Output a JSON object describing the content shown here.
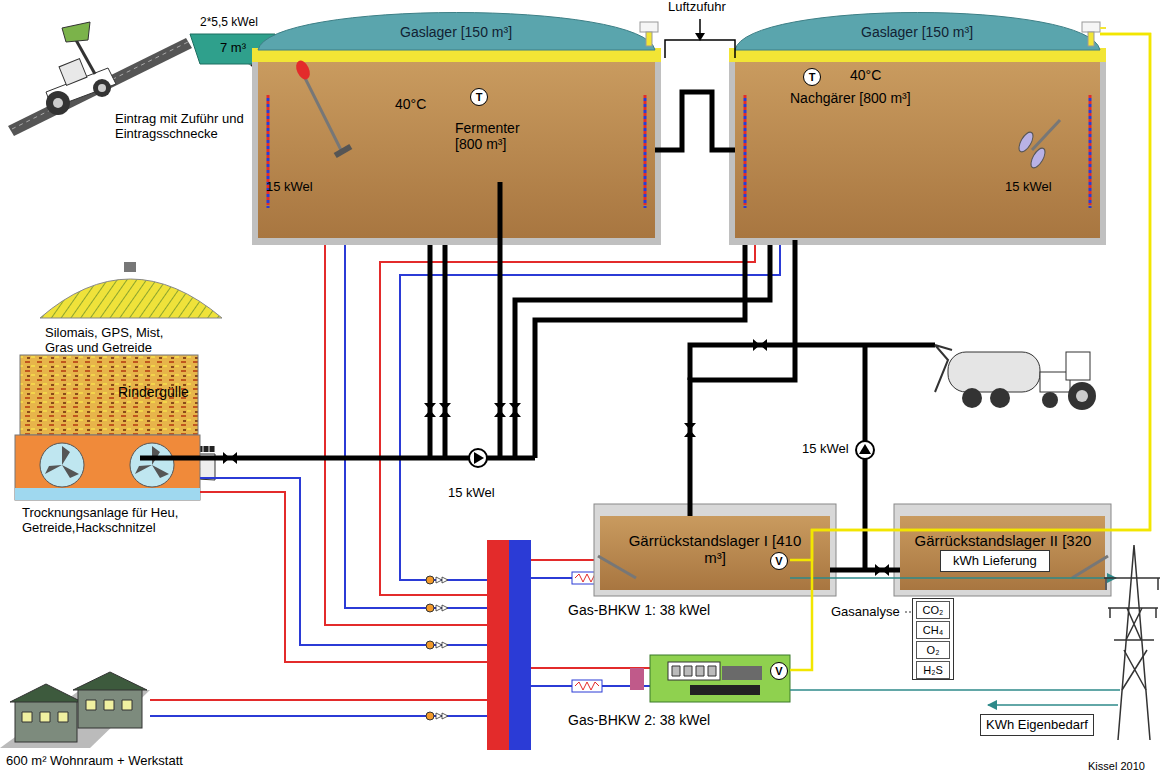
{
  "diagram": {
    "nodes": [
      {
        "text": [
          "Gaslager [150 m³]"
        ]
      },
      {
        "text": [
          "Gaslager [150 m³]"
        ]
      },
      {
        "text": [
          "7 m³"
        ]
      },
      {
        "text": [
          "15 kWel",
          "40°C",
          "Fermenter [800 m³]"
        ]
      },
      {
        "text": [
          "40°C",
          "Nachgärer [800 m³]",
          "15 kWel"
        ]
      },
      {
        "text": [
          "Gärrückstandslager I [410 m³]"
        ]
      },
      {
        "text": [
          "Gärrückstandslager II [320 m³]"
        ]
      },
      {
        "text": [
          "Gas-BHKW 1: 38 kWel"
        ]
      },
      {
        "text": [
          "Gasanalyse",
          "CO₂",
          "CH₄",
          "O₂",
          "H₂S"
        ]
      },
      {
        "text": [
          "kWh Lieferung"
        ]
      },
      {
        "text": [
          "Gas-BHKW 2: 38 kWel"
        ]
      },
      {
        "text": [
          "KWh Eigenbedarf"
        ]
      }
    ],
    "edges": [
      {
        "from": 3,
        "to": 4,
        "arrow": "none"
      },
      {
        "from": 1,
        "to": 7,
        "arrow": "none"
      },
      {
        "from": 1,
        "to": 10,
        "arrow": "none"
      },
      {
        "from": 4,
        "to": 5,
        "arrow": "none"
      },
      {
        "from": 5,
        "to": 6,
        "arrow": "none"
      }
    ],
    "labels": [
      "2*5,5 kWel",
      "Luftzufuhr",
      "Eintrag mit Zuführ und Eintragsschnecke",
      "Silomais, GPS, Mist, Gras und Getreide",
      "Rindergülle",
      "15 kWel",
      "15 kWel",
      "Trocknungsanlage für Heu, Getreide,Hackschnitzel",
      "600 m² Wohnraum + Werkstatt",
      "Kissel 2010",
      "T",
      "T",
      "V",
      "V"
    ]
  }
}
